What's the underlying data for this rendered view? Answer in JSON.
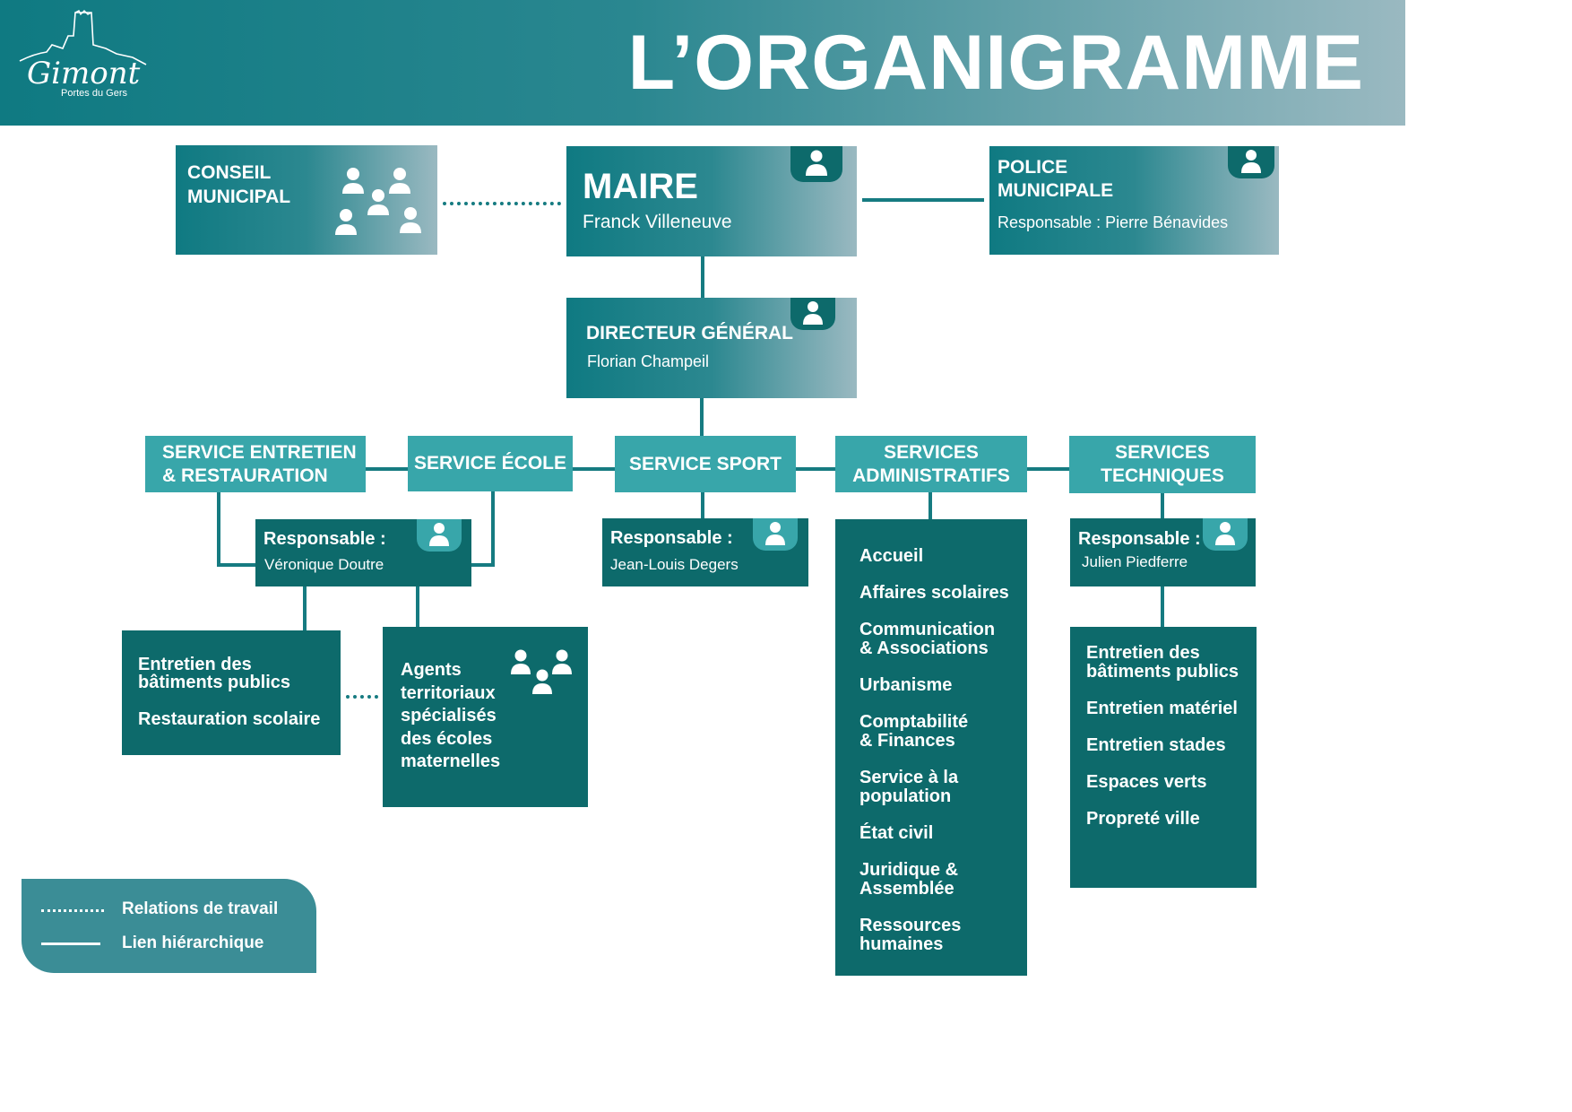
{
  "header": {
    "title": "L’ORGANIGRAMME",
    "logo_main": "Gimont",
    "logo_sub": "Portes du Gers"
  },
  "conseil": {
    "title_line1": "CONSEIL",
    "title_line2": "MUNICIPAL",
    "icon": "people-group-icon"
  },
  "maire": {
    "title": "MAIRE",
    "name": "Franck Villeneuve",
    "icon": "person-icon"
  },
  "police": {
    "title_line1": "POLICE",
    "title_line2": "MUNICIPALE",
    "responsable": "Responsable : Pierre  Bénavides",
    "icon": "person-icon"
  },
  "directeur": {
    "title": "DIRECTEUR GÉNÉRAL",
    "name": "Florian Champeil",
    "icon": "person-icon"
  },
  "services": {
    "entretien": {
      "line1": "SERVICE ENTRETIEN",
      "line2": "& RESTAURATION"
    },
    "ecole": {
      "label": "SERVICE ÉCOLE"
    },
    "sport": {
      "label": "SERVICE SPORT"
    },
    "admin": {
      "line1": "SERVICES",
      "line2": "ADMINISTRATIFS"
    },
    "tech": {
      "line1": "SERVICES",
      "line2": "TECHNIQUES"
    }
  },
  "responsables": {
    "ecole": {
      "label": "Responsable :",
      "name": "Véronique Doutre"
    },
    "sport": {
      "label": "Responsable :",
      "name": "Jean-Louis Degers"
    },
    "tech": {
      "label": "Responsable :",
      "name": "Julien Piedferre"
    }
  },
  "entretien_box": {
    "item1_line1": "Entretien  des",
    "item1_line2": "bâtiments publics",
    "item2": "Restauration scolaire"
  },
  "agents_box": {
    "lines": [
      "Agents",
      "territoriaux",
      "spécialisés",
      "des écoles",
      "maternelles"
    ]
  },
  "admin_items": [
    [
      "Accueil"
    ],
    [
      "Affaires scolaires"
    ],
    [
      "Communication",
      "& Associations"
    ],
    [
      "Urbanisme"
    ],
    [
      "Comptabilité",
      "& Finances"
    ],
    [
      "Service à la",
      "population"
    ],
    [
      "État civil"
    ],
    [
      "Juridique &",
      "Assemblée"
    ],
    [
      "Ressources",
      "humaines"
    ]
  ],
  "tech_items": [
    [
      "Entretien des",
      "bâtiments publics"
    ],
    [
      "Entretien matériel"
    ],
    [
      "Entretien stades"
    ],
    [
      "Espaces verts"
    ],
    [
      "Propreté ville"
    ]
  ],
  "legend": {
    "dotted": "Relations de travail",
    "solid": "Lien hiérarchique"
  },
  "colors": {
    "dark_teal": "#0d6a6b",
    "light_teal": "#38a6aa",
    "line": "#167b81"
  }
}
